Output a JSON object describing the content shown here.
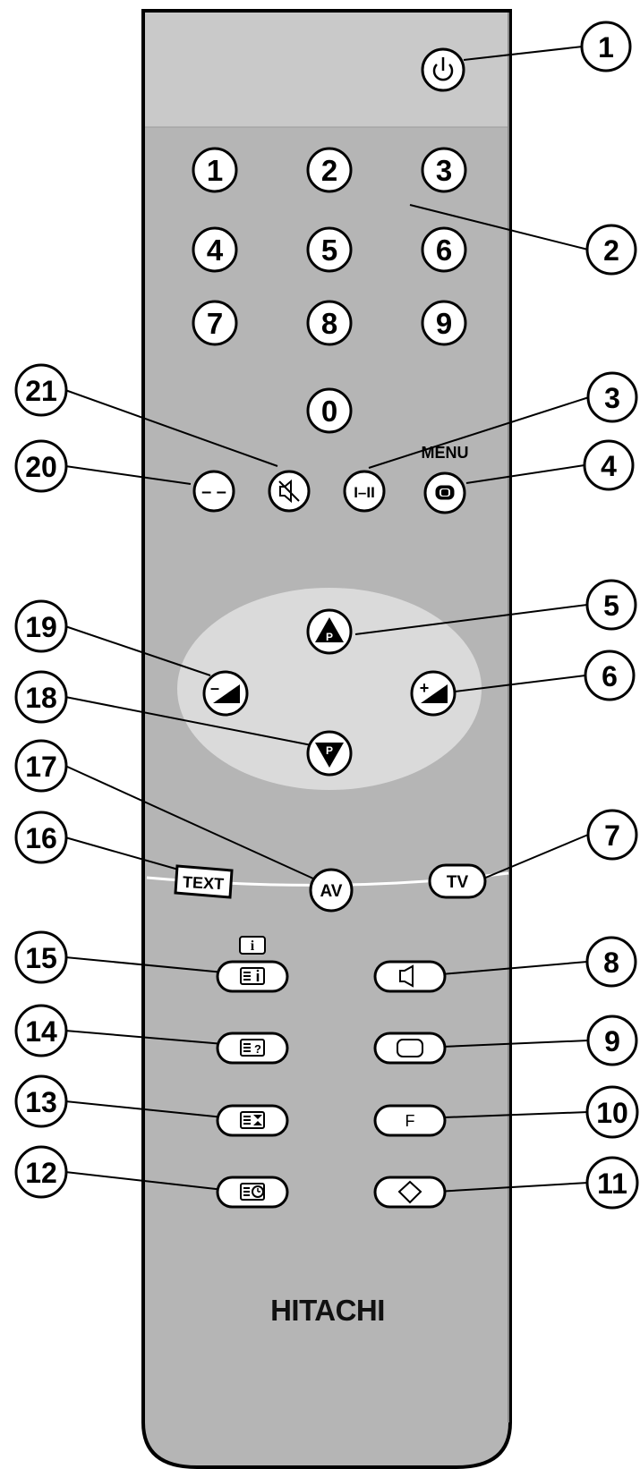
{
  "remote": {
    "brand": "HITACHI",
    "menu_label": "MENU",
    "colors": {
      "body": "#b5b5b5",
      "top": "#c9c9c9",
      "ellipse": "#dadada",
      "outline": "#000000",
      "button": "#ffffff"
    }
  },
  "digits": [
    "1",
    "2",
    "3",
    "4",
    "5",
    "6",
    "7",
    "8",
    "9",
    "0"
  ],
  "buttons": {
    "power": "power-icon",
    "dash": "– –",
    "mute": "mute-icon",
    "dual": "I–II",
    "menu": "menu-icon",
    "prog_up": "P",
    "prog_down": "P",
    "vol_down": "–",
    "vol_up": "+",
    "text": "TEXT",
    "av": "AV",
    "tv": "TV",
    "index": "index-icon",
    "index_key": "i",
    "reveal": "reveal-icon",
    "size": "size-icon",
    "clock": "clock-icon",
    "sound": "speaker-icon",
    "format": "screen-format-icon",
    "f": "F",
    "diamond": "diamond-icon"
  },
  "callouts": [
    "1",
    "2",
    "3",
    "4",
    "5",
    "6",
    "7",
    "8",
    "9",
    "10",
    "11",
    "12",
    "13",
    "14",
    "15",
    "16",
    "17",
    "18",
    "19",
    "20",
    "21"
  ]
}
